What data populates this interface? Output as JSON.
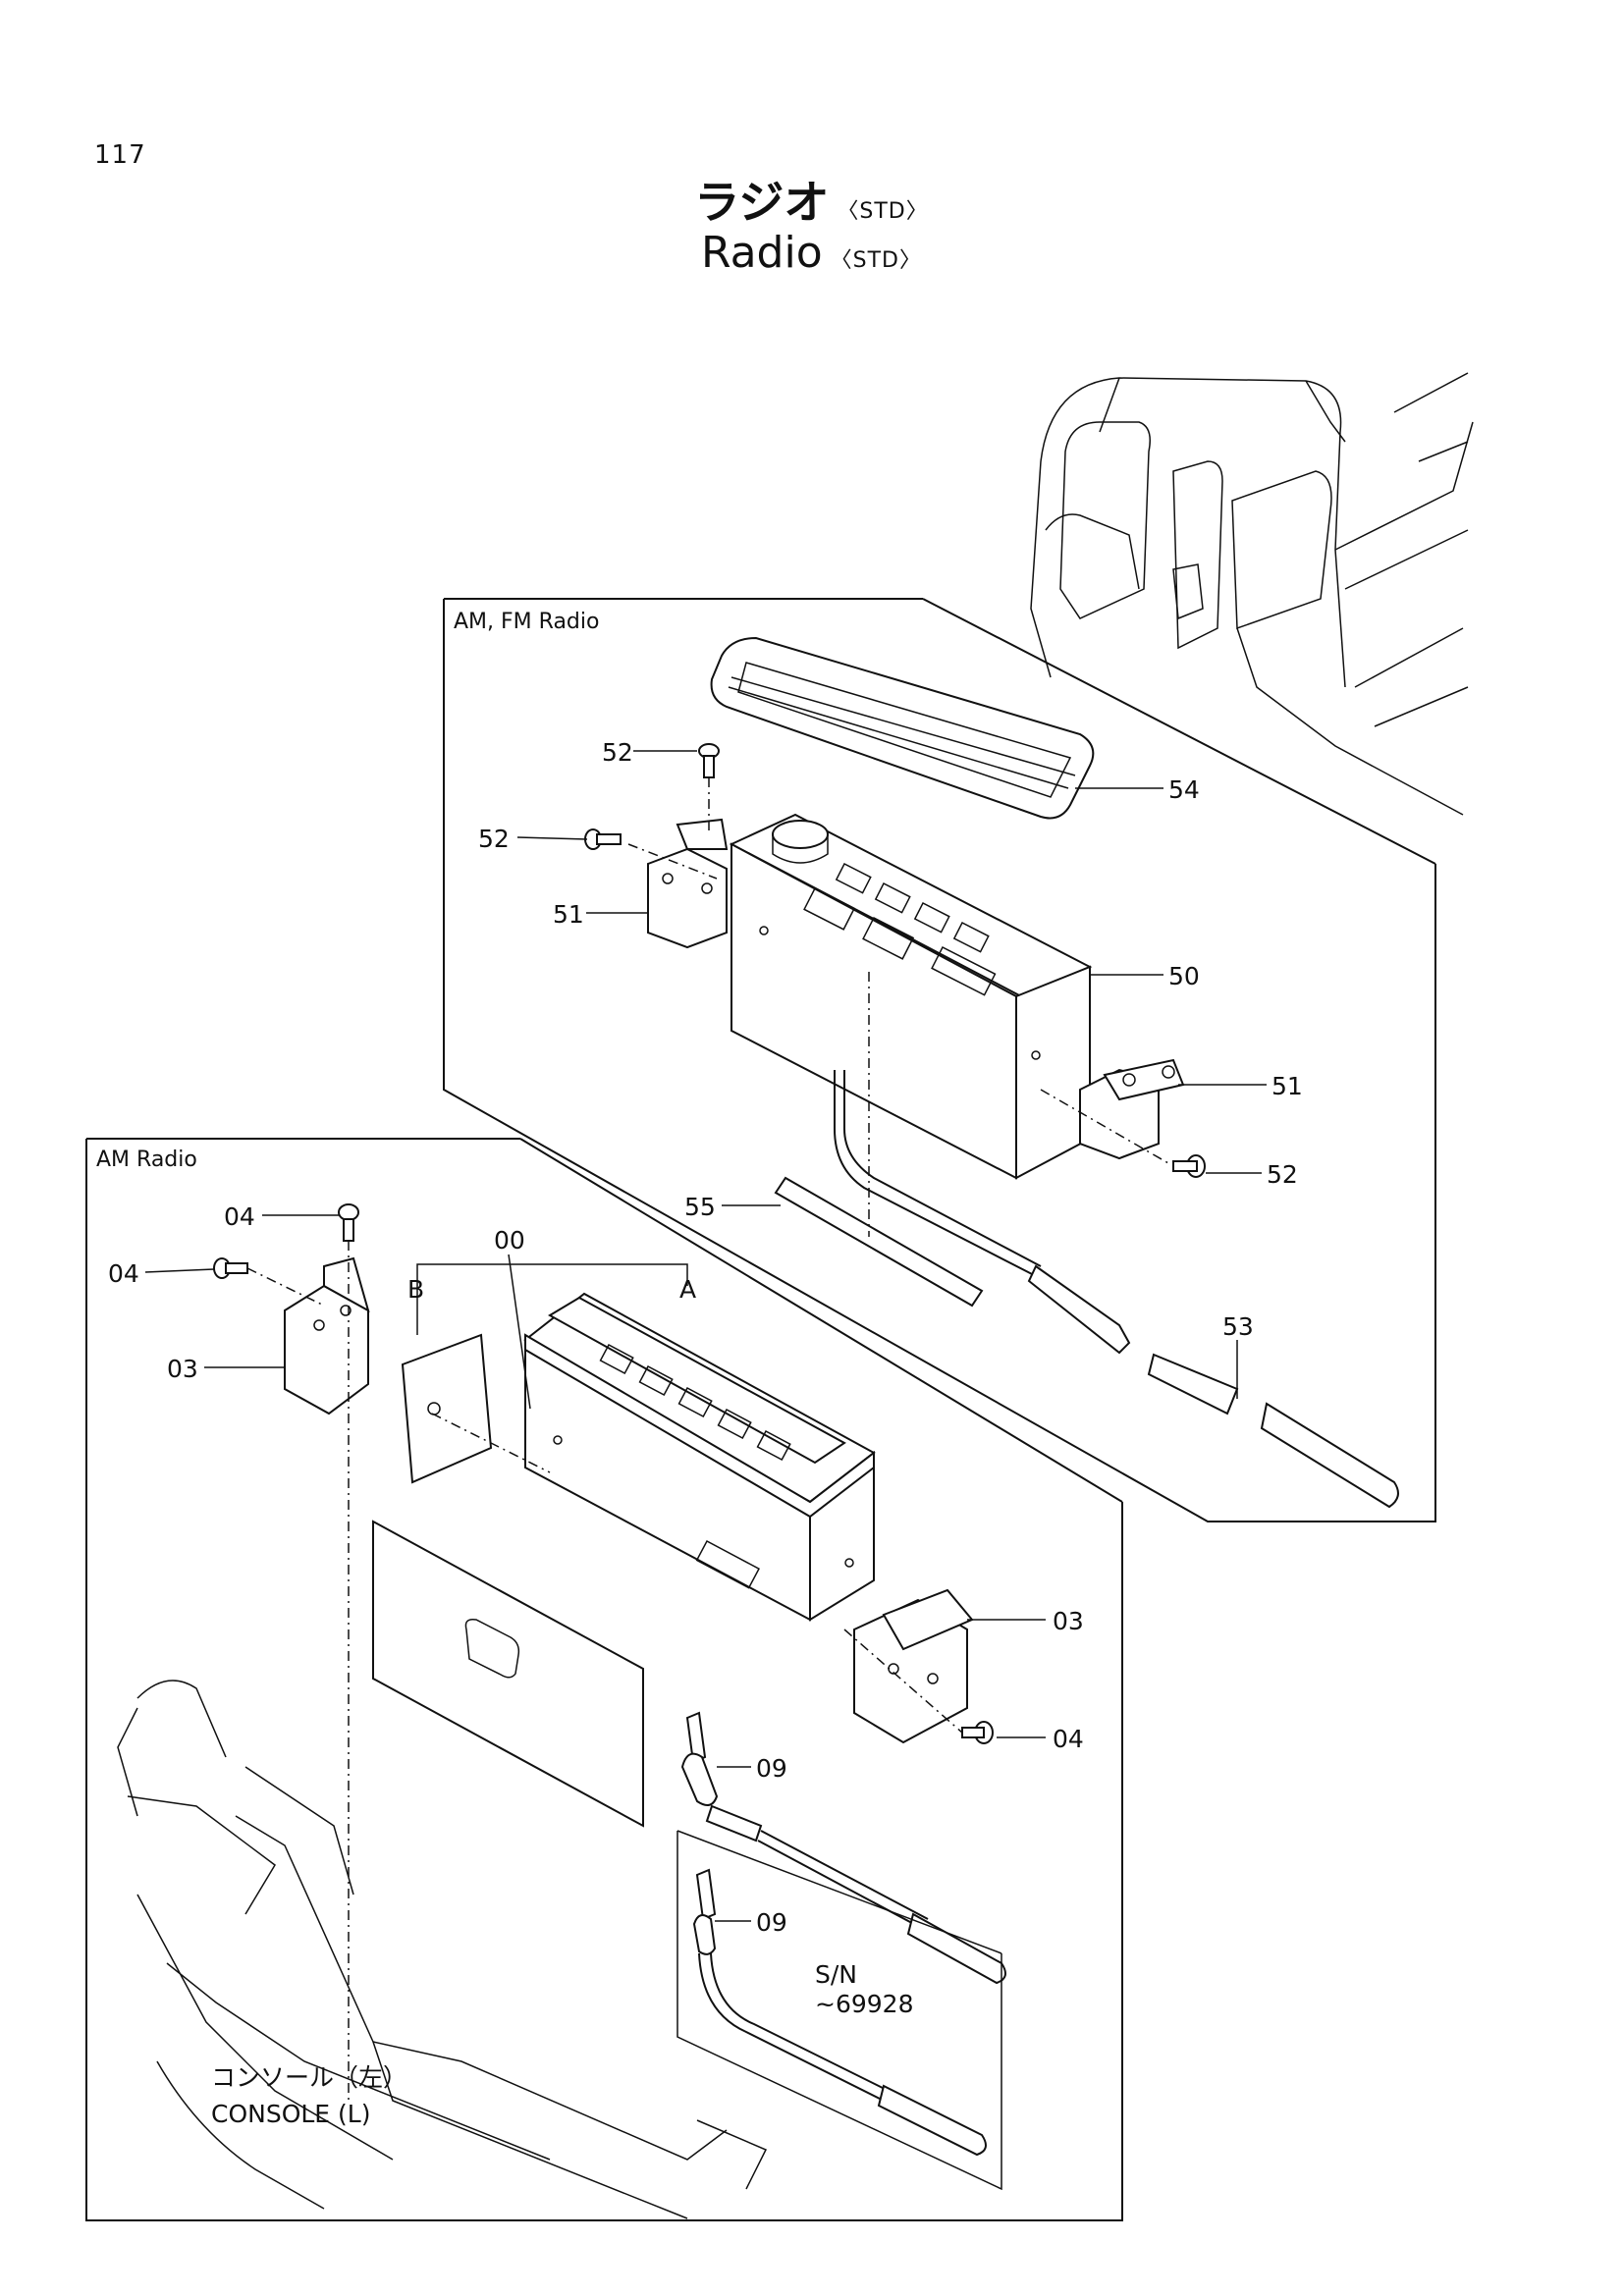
{
  "page_number": "117",
  "title_jp": "ラジオ",
  "title_en": "Radio",
  "title_tag": "〈STD〉",
  "frames": {
    "am_fm": "AM, FM Radio",
    "am": "AM Radio"
  },
  "callouts": {
    "c52a": "52",
    "c52b": "52",
    "c52c": "52",
    "c54": "54",
    "c51a": "51",
    "c51b": "51",
    "c50": "50",
    "c55": "55",
    "c53": "53",
    "c04a": "04",
    "c04b": "04",
    "c04c": "04",
    "c03a": "03",
    "c03b": "03",
    "c00": "00",
    "cA": "A",
    "cB": "B",
    "c09a": "09",
    "c09b": "09"
  },
  "serial_note": {
    "line1": "S/N",
    "line2": "~69928"
  },
  "console_label": {
    "jp": "コンソール（左）",
    "en": "CONSOLE (L)"
  }
}
